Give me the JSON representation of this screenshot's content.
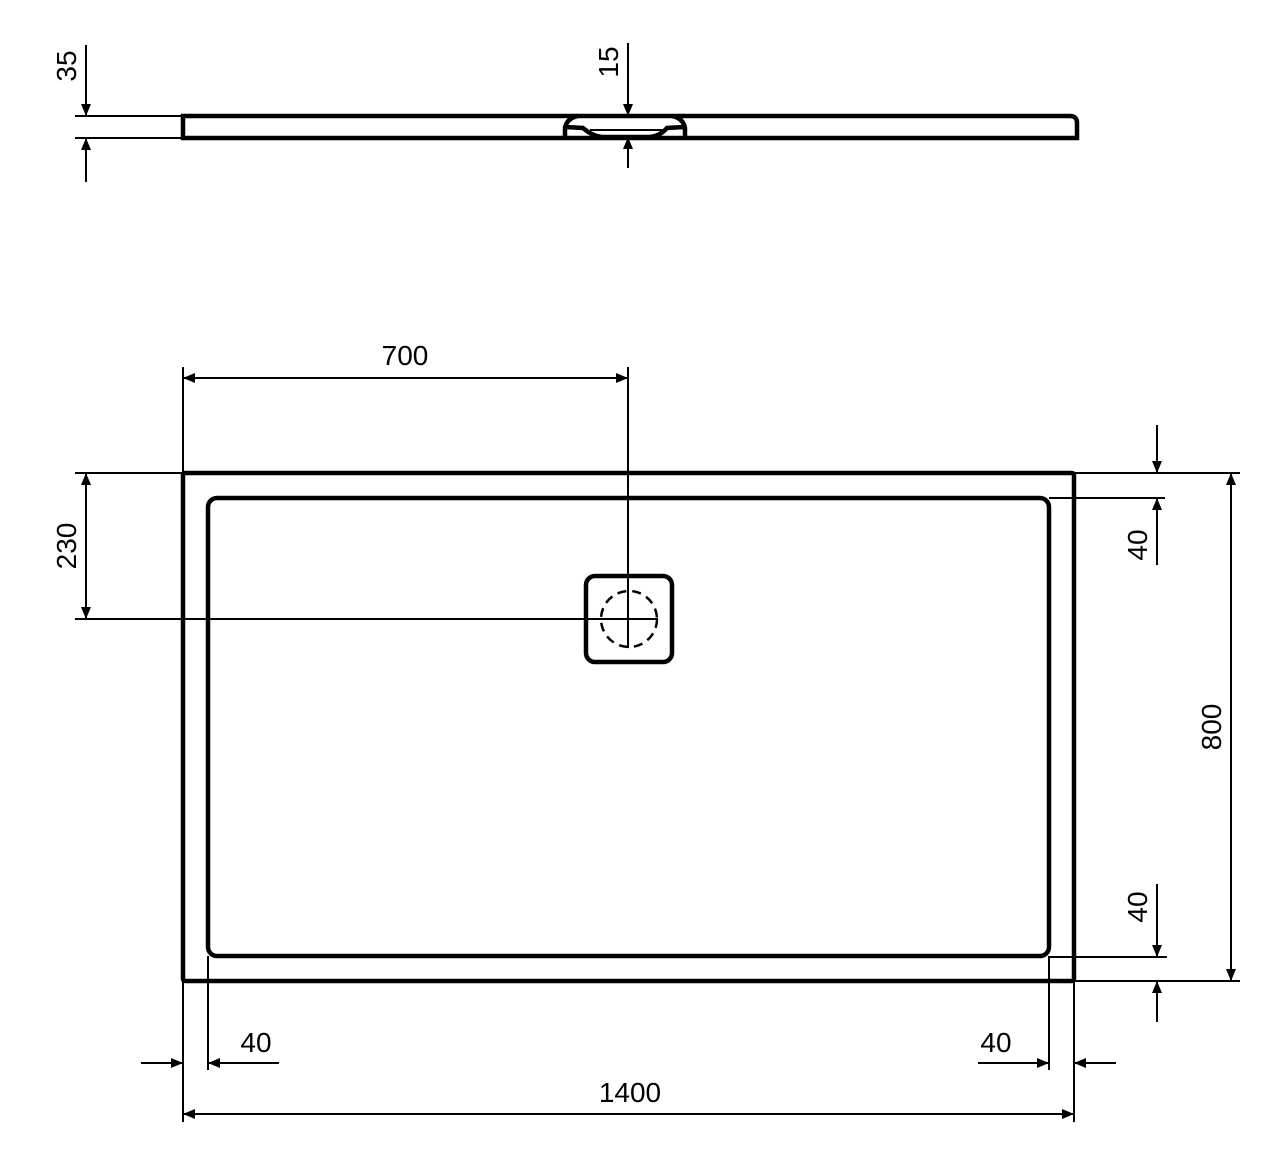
{
  "drawing": {
    "type": "shower tray technical drawing",
    "units": "mm",
    "side_view": {
      "dimensions": {
        "tray_height": "35",
        "drain_depth": "15"
      }
    },
    "top_view": {
      "dimensions": {
        "drain_offset_x": "700",
        "drain_offset_y": "230",
        "overall_width": "1400",
        "overall_depth": "800",
        "rim_left": "40",
        "rim_right": "40",
        "rim_top": "40",
        "rim_bottom": "40"
      }
    },
    "colors": {
      "line": "#000000",
      "background": "#ffffff"
    }
  }
}
